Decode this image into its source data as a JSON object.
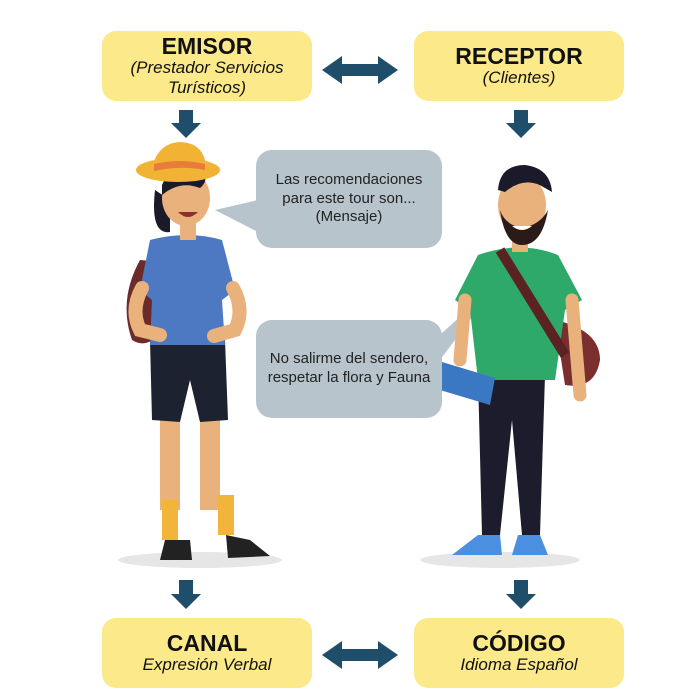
{
  "nodes": {
    "emisor": {
      "title": "EMISOR",
      "subtitle": "(Prestador Servicios Turísticos)"
    },
    "receptor": {
      "title": "RECEPTOR",
      "subtitle": "(Clientes)"
    },
    "canal": {
      "title": "CANAL",
      "subtitle": "Expresión Verbal"
    },
    "codigo": {
      "title": "CÓDIGO",
      "subtitle": "Idioma Español"
    }
  },
  "bubbles": {
    "mensaje": "Las recomendaciones para este tour son... (Mensaje)",
    "respuesta": "No salirme del sendero, respetar la flora y Fauna"
  },
  "colors": {
    "box": "#fbe98a",
    "arrow": "#1f4e6b",
    "bubble": "#b7c4cc"
  }
}
